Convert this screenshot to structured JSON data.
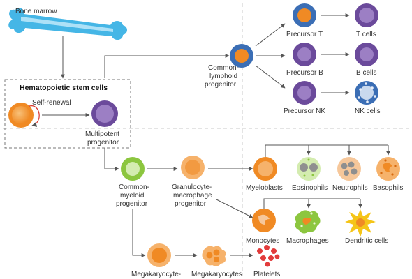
{
  "labels": {
    "bone_marrow": "Bone marrow",
    "hsc_title": "Hematopoietic stem cells",
    "self_renewal": "Self-renewal",
    "multipotent_1": "Multipotent",
    "multipotent_2": "progenitor",
    "common_lymphoid_1": "Common-",
    "common_lymphoid_2": "lymphoid",
    "common_lymphoid_3": "progenitor",
    "precursor_t": "Precursor T",
    "precursor_b": "Precursor B",
    "precursor_nk": "Precursor NK",
    "t_cells": "T cells",
    "b_cells": "B cells",
    "nk_cells": "NK cells",
    "common_myeloid_1": "Common-",
    "common_myeloid_2": "myeloid",
    "common_myeloid_3": "progenitor",
    "gmp_1": "Granulocyte-",
    "gmp_2": "macrophage",
    "gmp_3": "progenitor",
    "myeloblasts": "Myeloblasts",
    "eosinophils": "Eosinophils",
    "neutrophils": "Neutrophils",
    "basophils": "Basophils",
    "monocytes": "Monocytes",
    "macrophages": "Macrophages",
    "dendritic_cells": "Dendritic cells",
    "megakaryocyte_progenitor": "Megakaryocyte-",
    "megakaryocytes": "Megakaryocytes",
    "platelets": "Platelets"
  },
  "colors": {
    "bone_fill": "#45b6e6",
    "bone_inner": "#b8e6f8",
    "orange": "#f08a24",
    "orange_light": "#f6b26b",
    "purple": "#6b4a9b",
    "purple_light": "#9c7fc4",
    "blue_nucleus": "#3b6eb5",
    "green": "#8cc63f",
    "green_light": "#d4ecb0",
    "gray": "#8f8f8f",
    "gray_light": "#d8d8d8",
    "red": "#e23b3b",
    "yellow": "#f5c518"
  }
}
